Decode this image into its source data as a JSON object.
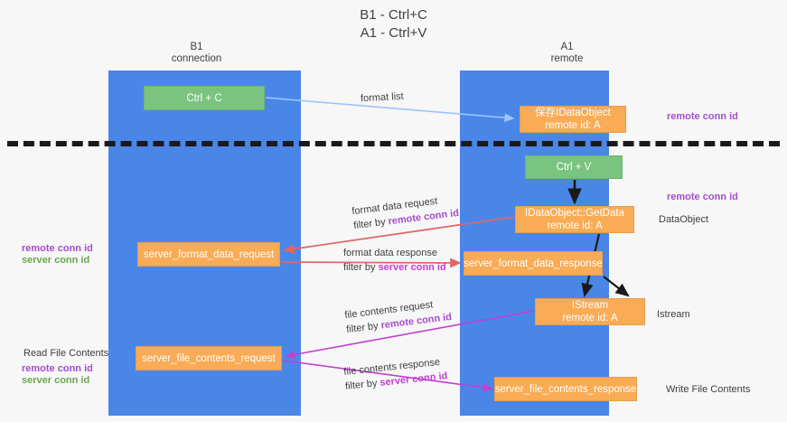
{
  "title": {
    "line1": "B1 - Ctrl+C",
    "line2": "A1 - Ctrl+V"
  },
  "lanes": [
    {
      "id": "b1",
      "name": "B1",
      "sublabel": "connection",
      "color": "#4a86e8"
    },
    {
      "id": "a1",
      "name": "A1",
      "sublabel": "remote",
      "color": "#4a86e8"
    }
  ],
  "colors": {
    "lane": "#4a86e8",
    "green_node": "#7ac47f",
    "orange_node": "#f9ab55",
    "remote_conn_id": "#a64ccd",
    "server_conn_id": "#6aa84f",
    "server_conn_id_label": "#c23fd0",
    "arrow_format_list": "#9fc5f8",
    "arrow_format_data": "#e06666",
    "arrow_file_contents": "#c23fd0",
    "arrow_black": "#1a1a1a",
    "divider": "#1a1a1a",
    "background": "#f7f7f7"
  },
  "nodes": {
    "ctrl_c": {
      "label": "Ctrl + C",
      "sub": ""
    },
    "save_idataobject": {
      "label": "保存IDataObject",
      "sub": "remote id: A"
    },
    "ctrl_v": {
      "label": "Ctrl + V",
      "sub": ""
    },
    "getdata": {
      "label": "IDataObject::GetData",
      "sub": "remote id: A"
    },
    "server_format_data_request": {
      "label": "server_format_data_request",
      "sub": ""
    },
    "server_format_data_response": {
      "label": "server_format_data_response",
      "sub": ""
    },
    "istream": {
      "label": "IStream",
      "sub": "remote id: A"
    },
    "server_file_contents_request": {
      "label": "server_file_contents_request",
      "sub": ""
    },
    "server_file_contents_response": {
      "label": "server_file_contents_response",
      "sub": ""
    }
  },
  "edge_labels": {
    "format_list": "format list",
    "format_data_request": "format data request",
    "format_data_request_filter_prefix": "filter by ",
    "format_data_request_filter_key": "remote conn id",
    "format_data_response": "format data response",
    "format_data_response_filter_prefix": "filter by ",
    "format_data_response_filter_key": "server conn id",
    "file_contents_request": "file contents request",
    "file_contents_request_filter_prefix": "filter by ",
    "file_contents_request_filter_key": "remote conn id",
    "file_contents_response": "file contents response",
    "file_contents_response_filter_prefix": "filter by ",
    "file_contents_response_filter_key": "server conn id"
  },
  "side_notes": {
    "right_remote_conn_id_top": "remote conn id",
    "right_remote_conn_id_mid": "remote conn id",
    "dataobject": "DataObject",
    "istream": "Istream",
    "write_file_contents": "Write File Contents",
    "left_remote_conn_id_top": "remote conn id",
    "left_server_conn_id_top": "server conn id",
    "read_file_contents": "Read File Contents",
    "left_remote_conn_id_bottom": "remote conn id",
    "left_server_conn_id_bottom": "server conn id"
  }
}
